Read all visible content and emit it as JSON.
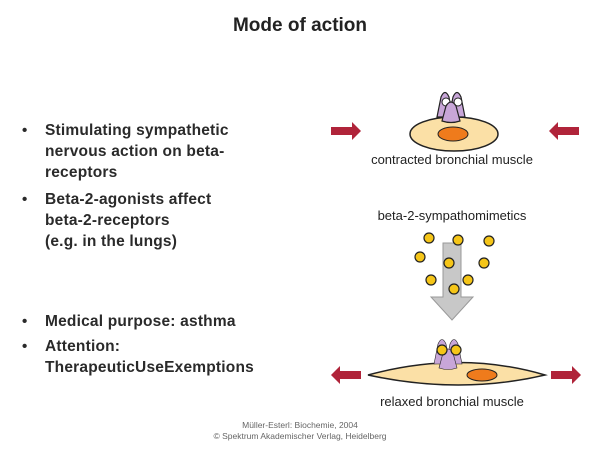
{
  "title": "Mode of action",
  "bullets": [
    {
      "lines": [
        "Stimulating sympathetic",
        "nervous action on beta-",
        "receptors"
      ]
    },
    {
      "lines": [
        "Beta-2-agonists affect",
        "beta-2-receptors",
        "(e.g. in the lungs)"
      ]
    },
    {
      "lines": [
        "Medical purpose: asthma"
      ]
    },
    {
      "lines": [
        "Attention:",
        "TherapeuticUseExemptions"
      ]
    }
  ],
  "bullet_symbol": "•",
  "diagram": {
    "top_label": "contracted bronchial muscle",
    "middle_label": "beta-2-sympathomimetics",
    "bottom_label": "relaxed bronchial muscle",
    "colors": {
      "arrow_red": "#b0243a",
      "cell_fill": "#fbe0a6",
      "nucleus": "#ef7b1c",
      "receptor": "#c8a6d8",
      "ligand": "#f5c518",
      "gray_arrow": "#c8c8c8"
    }
  },
  "credit": {
    "line1": "Müller-Esterl: Biochemie, 2004",
    "line2": "© Spektrum Akademischer Verlag, Heidelberg"
  }
}
